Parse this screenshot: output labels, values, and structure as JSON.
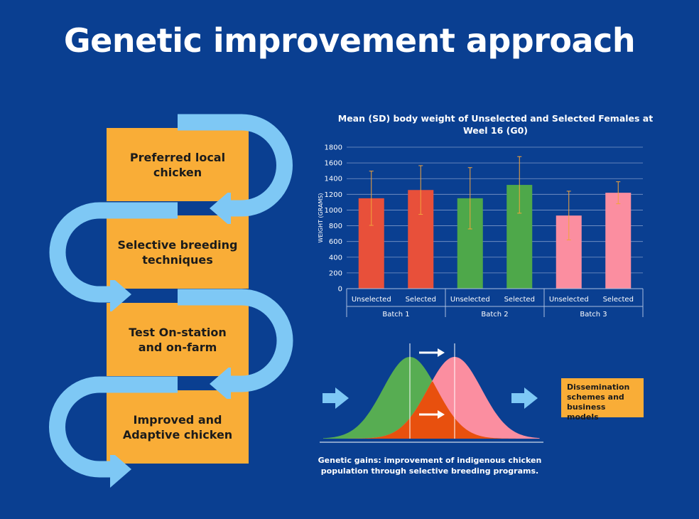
{
  "title": "Genetic improvement approach",
  "flow": {
    "steps": [
      "Preferred local chicken",
      "Selective breeding techniques",
      "Test On-station and on-farm",
      "Improved and Adaptive chicken"
    ],
    "box_color": "#f9ad37",
    "arrow_color": "#7ec8f5"
  },
  "chart_data": {
    "type": "bar",
    "title": "Mean (SD) body weight of Unselected and Selected Females at Weel 16 (G0)",
    "ylabel": "WEIGHT (GRAMS)",
    "ylim": [
      0,
      1800
    ],
    "yticks": [
      0,
      200,
      400,
      600,
      800,
      1000,
      1200,
      1400,
      1600,
      1800
    ],
    "grid": true,
    "groups": [
      "Batch 1",
      "Batch 2",
      "Batch 3"
    ],
    "categories": [
      "Unselected",
      "Selected",
      "Unselected",
      "Selected",
      "Unselected",
      "Selected"
    ],
    "values": [
      1150,
      1255,
      1150,
      1320,
      930,
      1220
    ],
    "sd": [
      345,
      310,
      390,
      360,
      310,
      140
    ],
    "colors": [
      "#e8503a",
      "#e8503a",
      "#4ea84a",
      "#4ea84a",
      "#fb8ea0",
      "#fb8ea0"
    ],
    "error_bar_color": "#f2a43a"
  },
  "distribution": {
    "green": "#57ad52",
    "pink": "#fb8ea0",
    "overlap": "#e8500e",
    "arrow_color": "#7ec8f5"
  },
  "dissemination": "Dissemination schemes and business models",
  "caption": {
    "bold": "Genetic gains:",
    "text": " improvement of indigenous chicken population through selective breeding programs."
  }
}
